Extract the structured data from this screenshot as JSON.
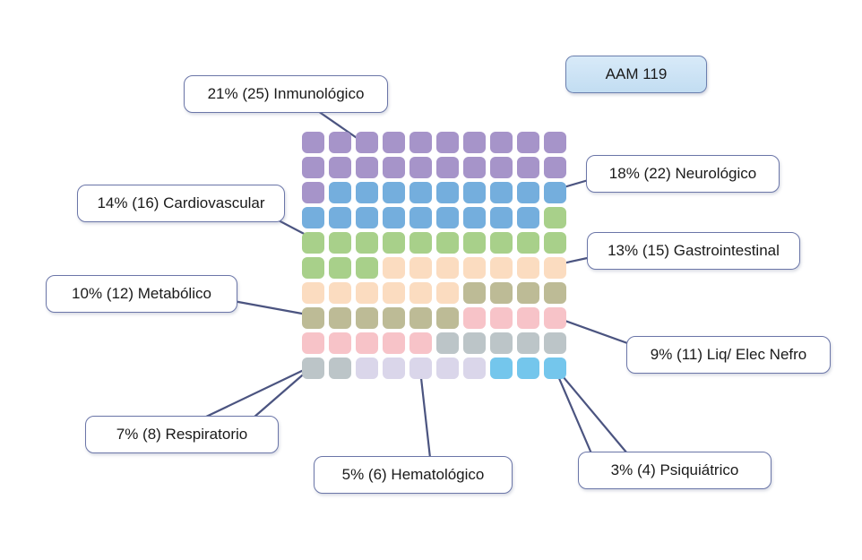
{
  "title": {
    "label": "AAM 119"
  },
  "chart_data": {
    "type": "waffle",
    "title": "AAM 119",
    "total_units": 100,
    "grid": {
      "rows": 10,
      "cols": 10,
      "fill_order": "row-major"
    },
    "categories": [
      {
        "key": "inmunologico",
        "label": "21% (25) Inmunológico",
        "name": "Inmunológico",
        "percent": 21,
        "count": 25,
        "units": 21,
        "color": "#a694c9"
      },
      {
        "key": "neurologico",
        "label": "18% (22) Neurológico",
        "name": "Neurológico",
        "percent": 18,
        "count": 22,
        "units": 18,
        "color": "#74aedd"
      },
      {
        "key": "cardiovascular",
        "label": "14% (16) Cardiovascular",
        "name": "Cardiovascular",
        "percent": 14,
        "count": 16,
        "units": 14,
        "color": "#a8d08a"
      },
      {
        "key": "gastrointestinal",
        "label": "13% (15) Gastrointestinal",
        "name": "Gastrointestinal",
        "percent": 13,
        "count": 15,
        "units": 13,
        "color": "#fbdcc0"
      },
      {
        "key": "metabolico",
        "label": "10% (12) Metabólico",
        "name": "Metabólico",
        "percent": 10,
        "count": 12,
        "units": 10,
        "color": "#bdbb96"
      },
      {
        "key": "liq_elec_nefro",
        "label": "9% (11) Liq/ Elec Nefro",
        "name": "Liq/ Elec Nefro",
        "percent": 9,
        "count": 11,
        "units": 9,
        "color": "#f7c3c8"
      },
      {
        "key": "respiratorio",
        "label": "7% (8) Respiratorio",
        "name": "Respiratorio",
        "percent": 7,
        "count": 8,
        "units": 7,
        "color": "#bcc5c8"
      },
      {
        "key": "hematologico",
        "label": "5% (6) Hematológico",
        "name": "Hematológico",
        "percent": 5,
        "count": 6,
        "units": 5,
        "color": "#dad6ea"
      },
      {
        "key": "psiquiatrico",
        "label": "3% (4) Psiquiátrico",
        "name": "Psiquiátrico",
        "percent": 3,
        "count": 4,
        "units": 3,
        "color": "#74c6ec"
      }
    ]
  },
  "callouts": [
    {
      "id": "inmunologico",
      "text": "21% (25) Inmunológico"
    },
    {
      "id": "neurologico",
      "text": "18% (22) Neurológico"
    },
    {
      "id": "cardiovascular",
      "text": "14% (16) Cardiovascular"
    },
    {
      "id": "gastrointestinal",
      "text": "13% (15) Gastrointestinal"
    },
    {
      "id": "metabolico",
      "text": "10% (12) Metabólico"
    },
    {
      "id": "liq_elec_nefro",
      "text": "9% (11) Liq/ Elec Nefro"
    },
    {
      "id": "respiratorio",
      "text": "7% (8) Respiratorio"
    },
    {
      "id": "hematologico",
      "text": "5% (6) Hematológico"
    },
    {
      "id": "psiquiatrico",
      "text": "3% (4) Psiquiátrico"
    }
  ],
  "style": {
    "callout_border": "#6b76a8",
    "callout_fill": "#ffffff",
    "leader_line": "#4b5480",
    "title_fill": "#c9e0f4",
    "title_border": "#6b7fae",
    "page_background": "#ffffff"
  }
}
